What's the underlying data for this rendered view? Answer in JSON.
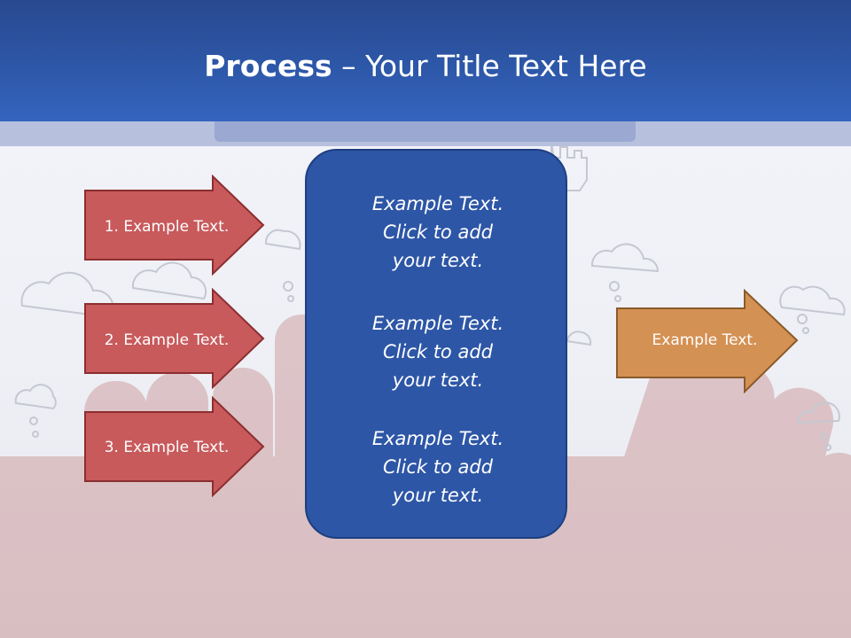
{
  "slide": {
    "title_bold": "Process",
    "title_rest": " – Your Title Text Here"
  },
  "left_arrows": [
    {
      "label": "1. Example Text."
    },
    {
      "label": "2. Example Text."
    },
    {
      "label": "3. Example Text."
    }
  ],
  "center_box": {
    "items": [
      "Example Text.\nClick  to add\nyour text.",
      "Example Text.\nClick  to add\nyour text.",
      "Example Text.\nClick  to add\nyour text."
    ]
  },
  "right_arrow": {
    "label": "Example Text."
  },
  "colors": {
    "header": "#2d57a8",
    "left_arrow_fill": "#c85a5c",
    "left_arrow_border": "#8c2e30",
    "center_fill": "#2d56a6",
    "right_arrow_fill": "#d49154",
    "right_arrow_border": "#8a5a2a"
  }
}
